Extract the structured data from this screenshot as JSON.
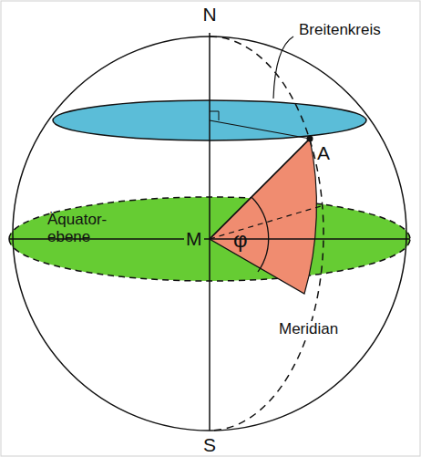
{
  "diagram": {
    "labels": [
      "N",
      "Breitenkreis",
      "A",
      "M",
      "φ",
      "Äquator- ebene",
      "Meridian",
      "S"
    ]
  }
}
